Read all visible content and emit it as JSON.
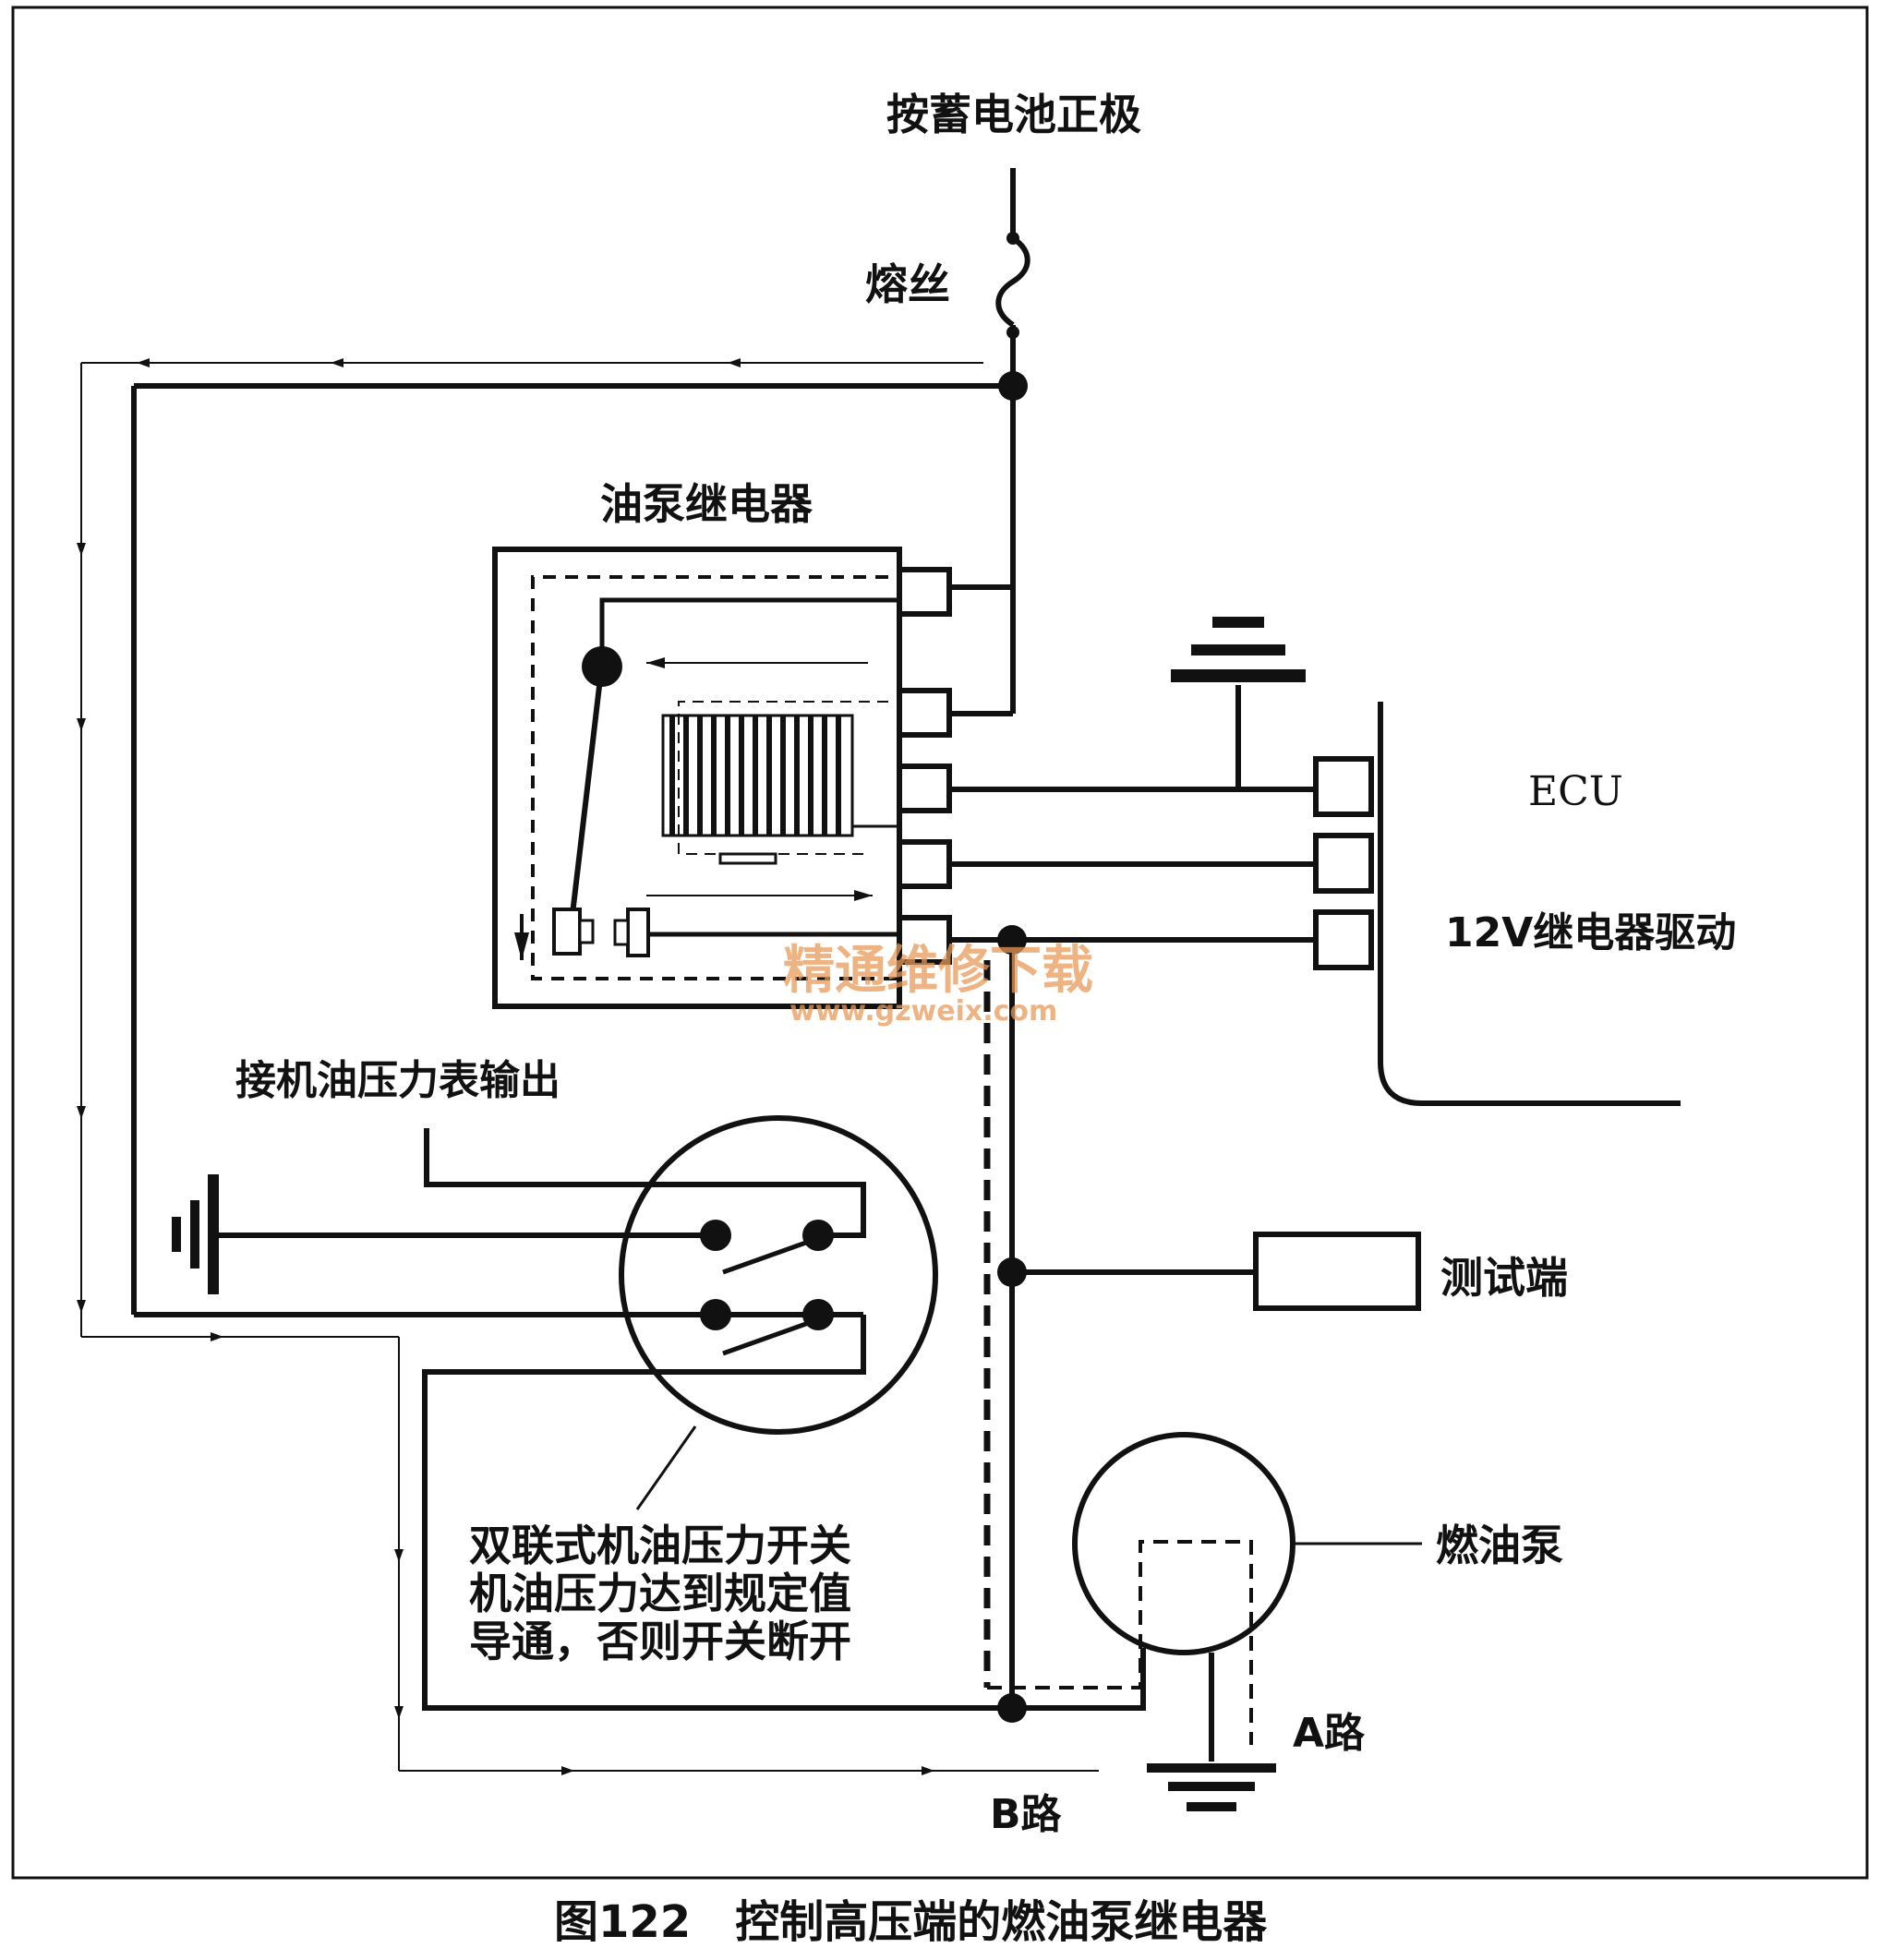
{
  "labels": {
    "battery_positive": "按蓄电池正极",
    "fuse": "熔丝",
    "pump_relay": "油泵继电器",
    "ecu": "ECU",
    "relay_drive": "12V继电器驱动",
    "oil_gauge_output": "接机油压力表输出",
    "test_terminal": "测试端",
    "switch_desc_line1": "双联式机油压力开关",
    "switch_desc_line2": "机油压力达到规定值",
    "switch_desc_line3": "导通，否则开关断开",
    "fuel_pump": "燃油泵",
    "path_a": "A路",
    "path_b": "B路"
  },
  "watermark": {
    "line1": "精通维修下载",
    "line2": "www.gzweix.com",
    "color": "#e89a5a"
  },
  "caption": "图122　控制高压端的燃油泵继电器",
  "colors": {
    "ink": "#111111",
    "background": "#ffffff"
  }
}
